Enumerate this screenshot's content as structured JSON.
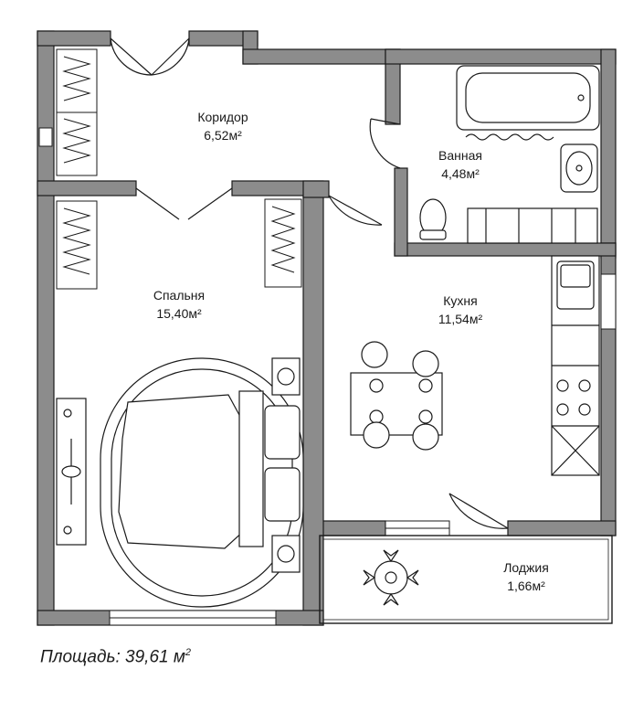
{
  "rooms": {
    "corridor": {
      "name": "Коридор",
      "area": "6,52м²"
    },
    "bathroom": {
      "name": "Ванная",
      "area": "4,48м²"
    },
    "bedroom": {
      "name": "Спальня",
      "area": "15,40м²"
    },
    "kitchen": {
      "name": "Кухня",
      "area": "11,54м²"
    },
    "loggia": {
      "name": "Лоджия",
      "area": "1,66м²"
    }
  },
  "footer": {
    "label": "Площадь: 39,61 м",
    "unit_power": "2"
  },
  "colors": {
    "wall": "#8c8c8c",
    "line": "#1a1a1a",
    "background": "#ffffff"
  }
}
